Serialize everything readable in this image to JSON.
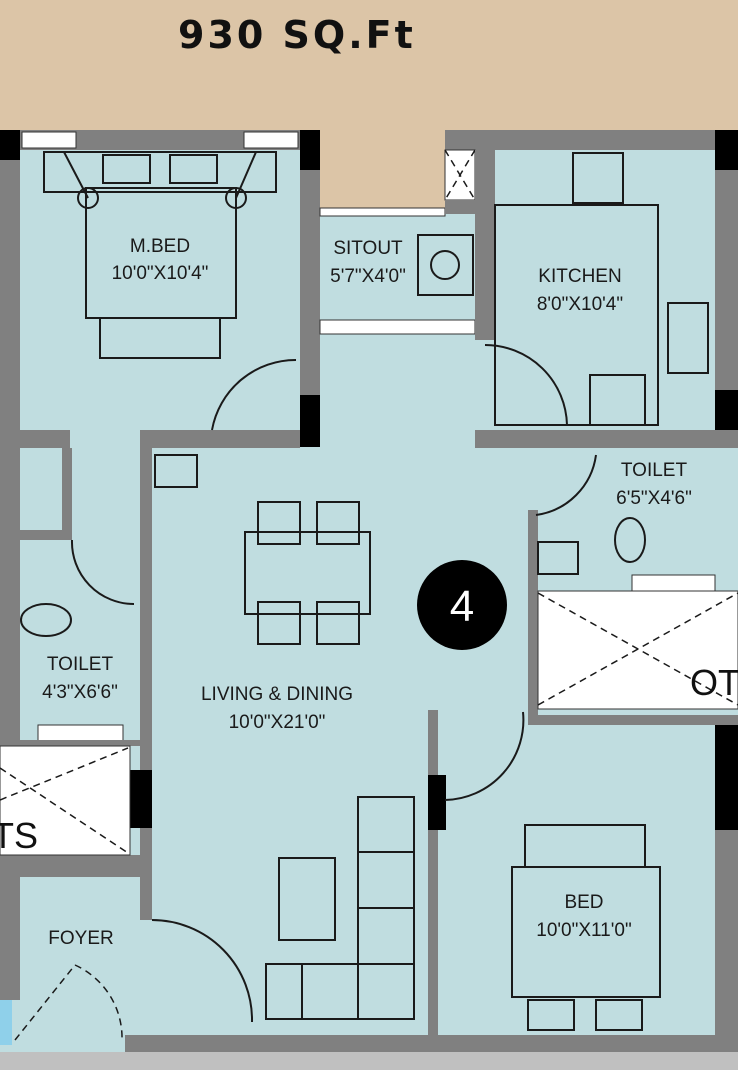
{
  "header": {
    "area_title": "930 SQ.Ft"
  },
  "unit": {
    "number": "4"
  },
  "rooms": {
    "master_bed": {
      "name": "M.BED",
      "size": "10'0\"X10'4\""
    },
    "sitout": {
      "name": "SITOUT",
      "size": "5'7\"X4'0\""
    },
    "kitchen": {
      "name": "KITCHEN",
      "size": "8'0\"X10'4\""
    },
    "toilet_right": {
      "name": "TOILET",
      "size": "6'5\"X4'6\""
    },
    "toilet_left": {
      "name": "TOILET",
      "size": "4'3\"X6'6\""
    },
    "living": {
      "name": "LIVING & DINING",
      "size": "10'0\"X21'0\""
    },
    "foyer": {
      "name": "FOYER"
    },
    "bed": {
      "name": "BED",
      "size": "10'0\"X11'0\""
    },
    "ots_left": {
      "name": "TS"
    },
    "ots_right": {
      "name": "OT"
    }
  },
  "colors": {
    "background": "#dcc5a7",
    "room": "#c0dde0",
    "wall": "#808080"
  }
}
